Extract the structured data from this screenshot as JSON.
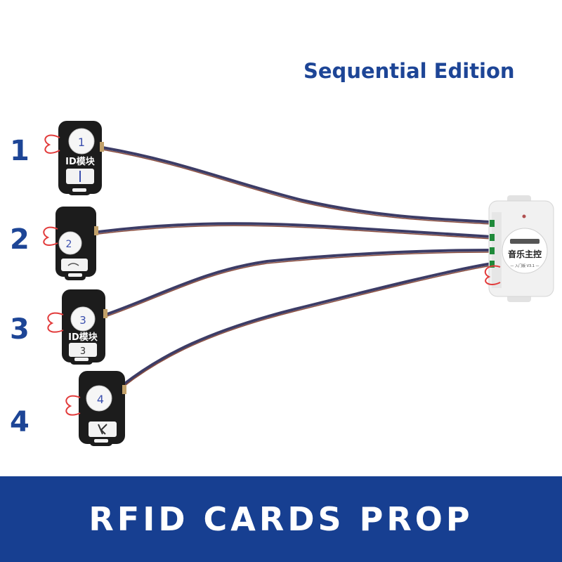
{
  "heading": "Sequential Edition",
  "readers": [
    {
      "number": "1",
      "card_mark": "1"
    },
    {
      "number": "2",
      "card_mark": "2"
    },
    {
      "number": "3",
      "card_mark": "3"
    },
    {
      "number": "4",
      "card_mark": "4"
    }
  ],
  "reader_label": "ID模块",
  "controller": {
    "label": "音乐主控",
    "version": "— 入门版 V3.1 —"
  },
  "banner": {
    "title": "RFID CARDS PROP"
  },
  "colors": {
    "brand_blue": "#1d4596",
    "banner_blue": "#173f91"
  }
}
